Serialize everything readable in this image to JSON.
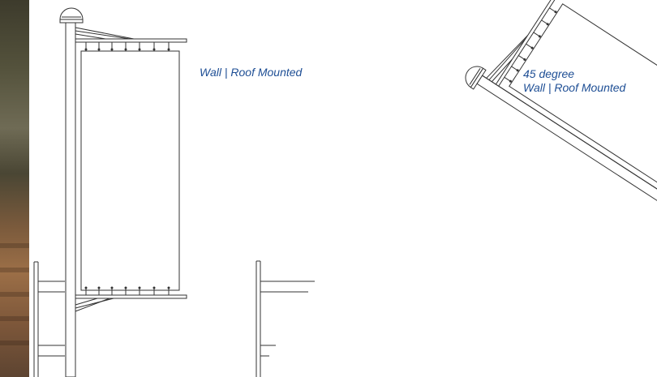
{
  "captions": {
    "left": "Wall | Roof Mounted",
    "right_line1": "45 degree",
    "right_line2": "Wall | Roof Mounted"
  },
  "colors": {
    "caption": "#1f4f95",
    "line": "#333333",
    "background": "#ffffff"
  },
  "diagrams": [
    {
      "name": "vertical-banner-pole",
      "orientation": "vertical"
    },
    {
      "name": "angled-banner-pole",
      "orientation": "45 degree"
    }
  ],
  "photo_strip": {
    "icon": "brick-wall-photo"
  }
}
